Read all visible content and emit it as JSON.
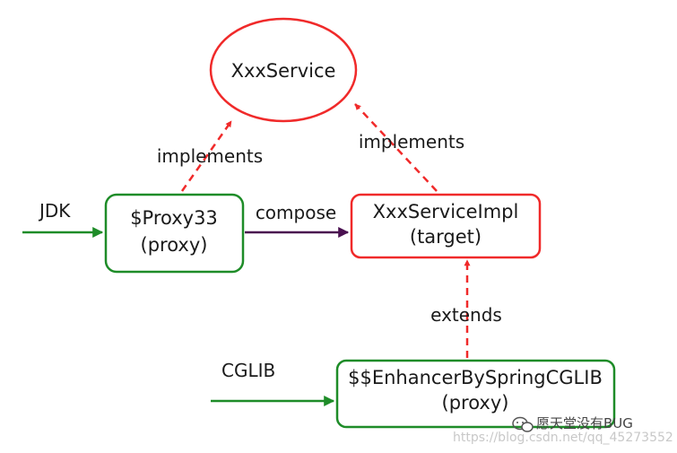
{
  "colors": {
    "red": "#f02a2a",
    "green": "#1e8c28",
    "purple": "#4a1050",
    "text": "#1a1a1a"
  },
  "nodes": {
    "xxx_service": {
      "label": "XxxService"
    },
    "proxy33": {
      "line1": "$Proxy33",
      "line2": "(proxy)"
    },
    "impl": {
      "line1": "XxxServiceImpl",
      "line2": "(target)"
    },
    "cglib_proxy": {
      "line1": "$$EnhancerBySpringCGLIB",
      "line2": "(proxy)"
    }
  },
  "edges": {
    "implements_left": "implements",
    "implements_right": "implements",
    "compose": "compose",
    "extends": "extends",
    "jdk": "JDK",
    "cglib": "CGLIB"
  },
  "watermark": {
    "account": "愿天堂没有BUG",
    "url": "https://blog.csdn.net/qq_45273552"
  }
}
